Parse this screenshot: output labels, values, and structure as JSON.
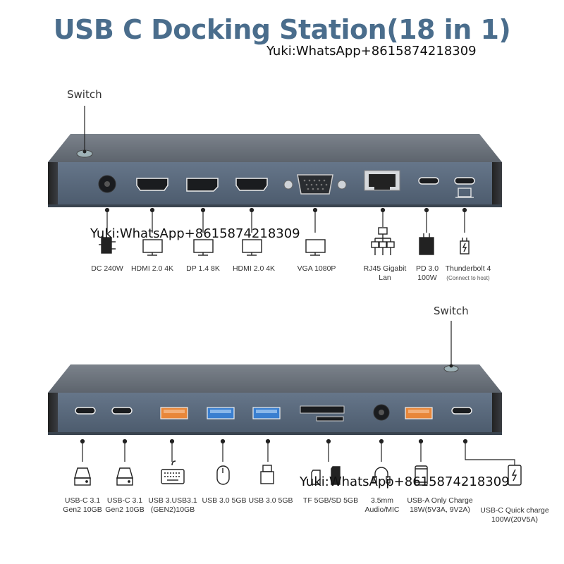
{
  "title": "USB C Docking Station(18 in 1)",
  "watermark": "Yuki:WhatsApp+8615874218309",
  "colors": {
    "title": "#4a6d8c",
    "dock_face": "#56667a",
    "dock_top": "#6a727c",
    "port_orange": "#e8873a",
    "port_blue": "#3a7fd0"
  },
  "top_panel": {
    "switch_label": "Switch",
    "ports": [
      {
        "name": "dc-240w",
        "icon": "dc-plug-icon",
        "lines": [
          "DC 240W"
        ]
      },
      {
        "name": "hdmi-2-0-4k-a",
        "icon": "monitor-icon",
        "lines": [
          "HDMI 2.0 4K"
        ]
      },
      {
        "name": "dp-1-4-8k",
        "icon": "monitor-icon",
        "lines": [
          "DP 1.4 8K"
        ]
      },
      {
        "name": "hdmi-2-0-4k-b",
        "icon": "monitor-icon",
        "lines": [
          "HDMI 2.0 4K"
        ]
      },
      {
        "name": "vga-1080p",
        "icon": "monitor-icon",
        "lines": [
          "VGA 1080P"
        ]
      },
      {
        "name": "rj45-gigabit-lan",
        "icon": "network-icon",
        "lines": [
          "RJ45 Gigabit",
          "Lan"
        ]
      },
      {
        "name": "pd-3-0-100w",
        "icon": "power-adapter-icon",
        "lines": [
          "PD 3.0",
          "100W"
        ]
      },
      {
        "name": "thunderbolt-4",
        "icon": "charging-plug-icon",
        "lines": [
          "Thunderbolt 4"
        ],
        "sub": "(Connect to host)"
      }
    ]
  },
  "bottom_panel": {
    "switch_label": "Switch",
    "ports": [
      {
        "name": "usb-c-3-1-gen2-a",
        "icon": "hard-drive-icon",
        "lines": [
          "USB-C 3.1",
          "Gen2 10GB"
        ]
      },
      {
        "name": "usb-c-3-1-gen2-b",
        "icon": "hard-drive-icon",
        "lines": [
          "USB-C 3.1",
          "Gen2 10GB"
        ]
      },
      {
        "name": "usb-3-1-gen2",
        "icon": "keyboard-icon",
        "lines": [
          "USB 3.USB3.1",
          "(GEN2)10GB"
        ]
      },
      {
        "name": "usb-3-0-a",
        "icon": "mouse-icon",
        "lines": [
          "USB 3.0 5GB"
        ]
      },
      {
        "name": "usb-3-0-b",
        "icon": "usb-stick-icon",
        "lines": [
          "USB 3.0 5GB"
        ]
      },
      {
        "name": "tf-sd-card",
        "icon": "sd-card-icon",
        "lines": [
          "TF 5GB/SD 5GB"
        ]
      },
      {
        "name": "audio-mic",
        "icon": "headset-icon",
        "lines": [
          "3.5mm",
          "Audio/MIC"
        ]
      },
      {
        "name": "usb-a-charge",
        "icon": "phone-icon",
        "lines": [
          "USB-A Only Charge",
          "18W(5V3A, 9V2A)"
        ]
      },
      {
        "name": "usb-c-quick-charge",
        "icon": "phone-charge-icon",
        "lines": [
          "USB-C Quick charge",
          "100W(20V5A)"
        ]
      }
    ]
  }
}
